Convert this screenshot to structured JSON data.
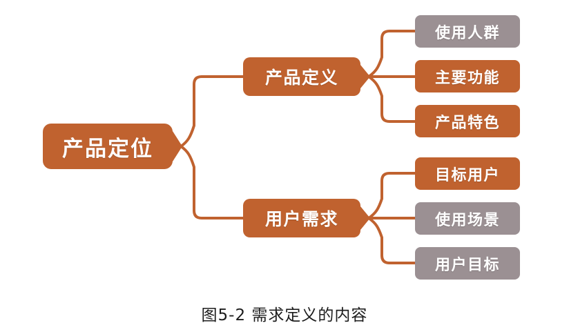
{
  "diagram": {
    "type": "mind-map",
    "caption": "图5-2 需求定义的内容",
    "colors": {
      "orange": "#c0622f",
      "gray": "#9b9093",
      "connector": "#c0622f",
      "node_text": "#ffffff",
      "caption_text": "#1c1c1c",
      "background": "#ffffff"
    },
    "root": {
      "label": "产品定位",
      "color": "orange"
    },
    "branches": [
      {
        "label": "产品定义",
        "color": "orange",
        "children": [
          {
            "label": "使用人群",
            "color": "gray"
          },
          {
            "label": "主要功能",
            "color": "orange"
          },
          {
            "label": "产品特色",
            "color": "orange"
          }
        ]
      },
      {
        "label": "用户需求",
        "color": "orange",
        "children": [
          {
            "label": "目标用户",
            "color": "orange"
          },
          {
            "label": "使用场景",
            "color": "gray"
          },
          {
            "label": "用户目标",
            "color": "gray"
          }
        ]
      }
    ]
  }
}
